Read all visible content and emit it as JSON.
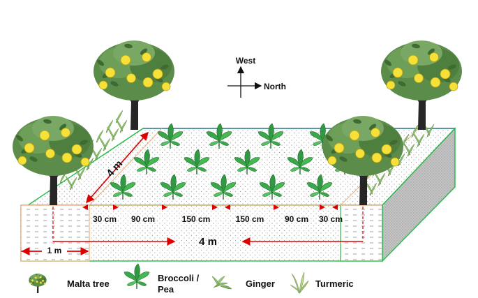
{
  "compass": {
    "up_label": "West",
    "right_label": "North"
  },
  "bed": {
    "length_label": "4 m",
    "depth_label": "4 m",
    "border_label": "1 m",
    "spacing_labels": [
      "30 cm",
      "90 cm",
      "150 cm",
      "150 cm",
      "90 cm",
      "30 cm"
    ]
  },
  "legend": [
    {
      "key": "malta",
      "label": "Malta tree"
    },
    {
      "key": "broccoli",
      "label": "Broccoli / Pea",
      "line1": "Broccoli /",
      "line2": "Pea"
    },
    {
      "key": "ginger",
      "label": "Ginger"
    },
    {
      "key": "turmeric",
      "label": "Turmeric"
    }
  ],
  "colors": {
    "bed_border": "#22bb44",
    "accent_lines": "#f0b080",
    "arrows": "#dd0000",
    "leaf": "#3aa84a",
    "fruit": "#f5e13a",
    "trunk": "#2b2b2b",
    "right_side_face": "#c8c8c8"
  }
}
